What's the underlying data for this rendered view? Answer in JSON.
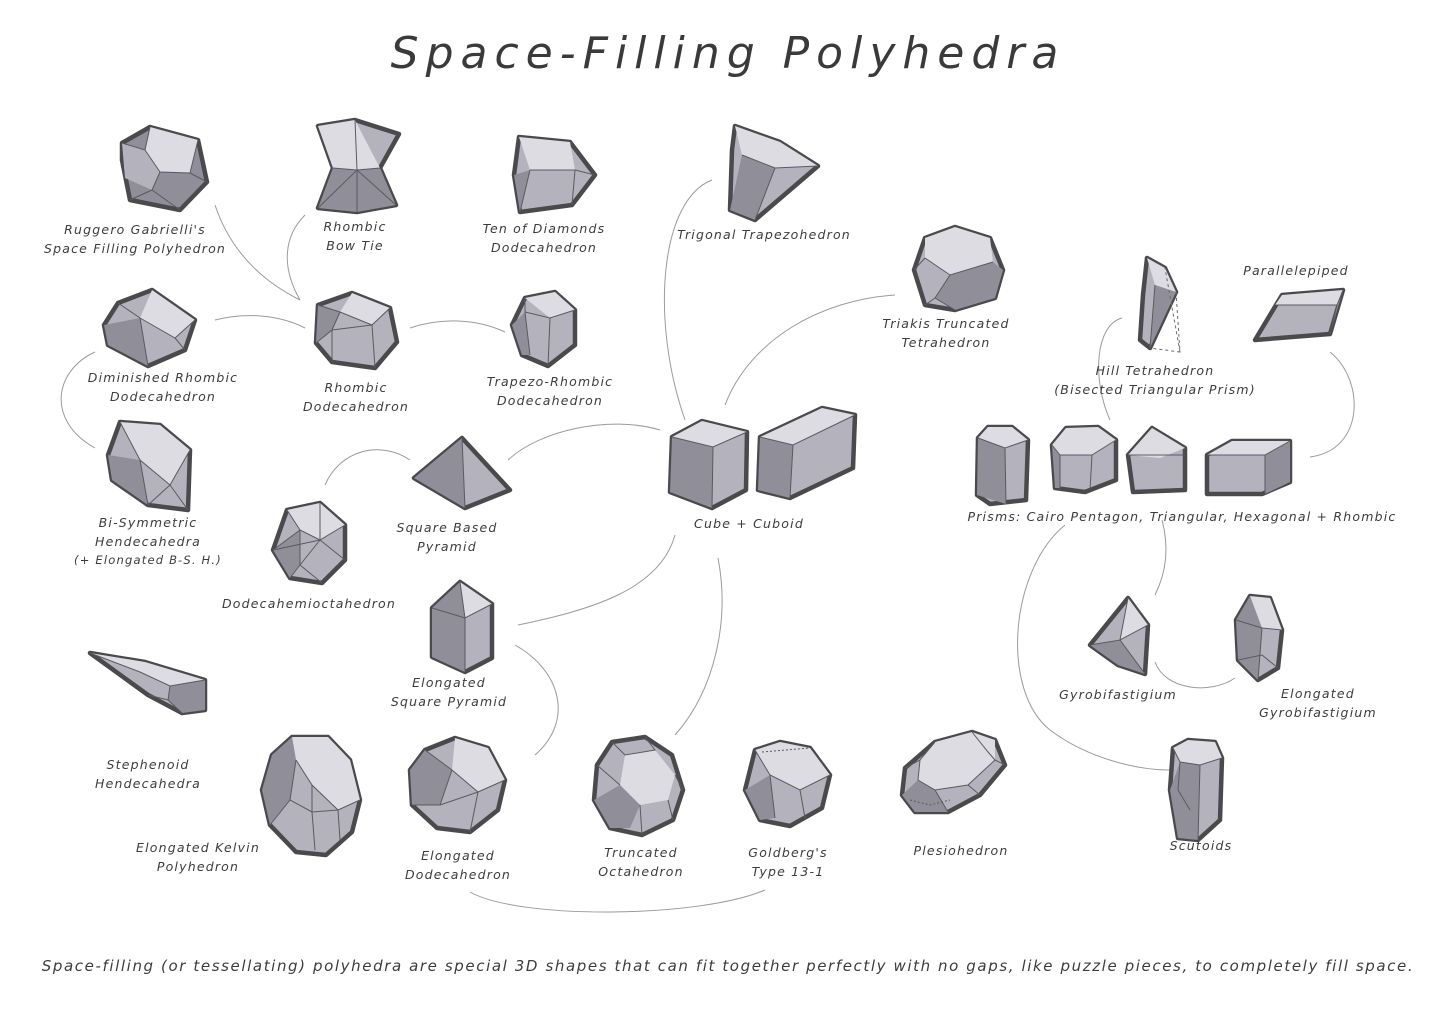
{
  "title": "Space-Filling Polyhedra",
  "caption": "Space-filling (or tessellating) polyhedra are special 3D shapes that can fit together perfectly with no gaps, like puzzle pieces, to completely fill space.",
  "colors": {
    "face_dark": "#8f8e99",
    "face_mid": "#b4b3bd",
    "face_light": "#dddce3",
    "outline": "#4a4a4d",
    "connector": "#9a9aa0"
  },
  "labels": {
    "gabrielli": [
      "Ruggero Gabrielli's",
      "Space Filling Polyhedron"
    ],
    "bowtie": [
      "Rhombic",
      "Bow Tie"
    ],
    "tendiamonds": [
      "Ten of Diamonds",
      "Dodecahedron"
    ],
    "trigonal": [
      "Trigonal Trapezohedron"
    ],
    "triakis": [
      "Triakis Truncated",
      "Tetrahedron"
    ],
    "parallelepiped": [
      "Parallelepiped"
    ],
    "hill": [
      "Hill Tetrahedron",
      "(Bisected Triangular Prism)"
    ],
    "diminished": [
      "Diminished Rhombic",
      "Dodecahedron"
    ],
    "rhombic": [
      "Rhombic",
      "Dodecahedron"
    ],
    "trapezo": [
      "Trapezo-Rhombic",
      "Dodecahedron"
    ],
    "bisym": [
      "Bi-Symmetric",
      "Hendecahedra",
      "(+ Elongated B-S. H.)"
    ],
    "squarepyr": [
      "Square Based",
      "Pyramid"
    ],
    "cube": [
      "Cube + Cuboid"
    ],
    "prisms": [
      "Prisms: Cairo Pentagon, Triangular, Hexagonal + Rhombic"
    ],
    "dodecahemi": [
      "Dodecahemioctahedron"
    ],
    "elongsqpyr": [
      "Elongated",
      "Square Pyramid"
    ],
    "gyro": [
      "Gyrobifastigium"
    ],
    "elonggyro": [
      "Elongated",
      "Gyrobifastigium"
    ],
    "stephenoid": [
      "Stephenoid",
      "Hendecahedra"
    ],
    "kelvin": [
      "Elongated Kelvin",
      "Polyhedron"
    ],
    "elongdodeca": [
      "Elongated",
      "Dodecahedron"
    ],
    "truncocta": [
      "Truncated",
      "Octahedron"
    ],
    "goldberg": [
      "Goldberg's",
      "Type 13-1"
    ],
    "plesio": [
      "Plesiohedron"
    ],
    "scutoids": [
      "Scutoids"
    ]
  }
}
